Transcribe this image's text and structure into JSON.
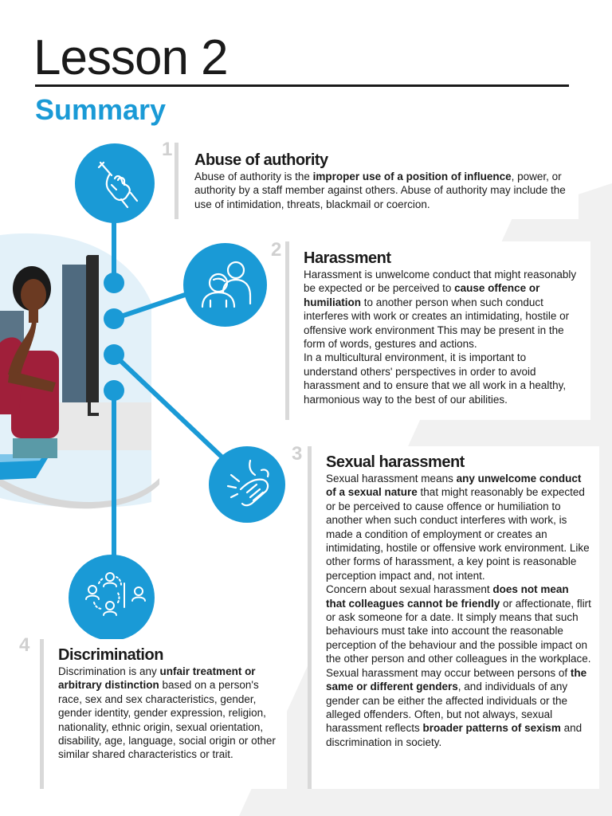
{
  "header": {
    "title": "Lesson 2",
    "subtitle": "Summary"
  },
  "colors": {
    "accent": "#1a9ad6",
    "text": "#1a1a1a",
    "number": "#d0d0d0",
    "panel": "#f1f1f1"
  },
  "icons": [
    "pointing-hand-icon",
    "people-group-icon",
    "helping-hand-icon",
    "network-people-icon"
  ],
  "sections": [
    {
      "number": "1",
      "heading": "Abuse of authority",
      "body": [
        {
          "t": "Abuse of authority is the "
        },
        {
          "t": "improper use of a position of influence",
          "b": true
        },
        {
          "t": ", power, or authority by a staff member against others. Abuse of authority may include the use of intimidation, threats, blackmail or coercion."
        }
      ]
    },
    {
      "number": "2",
      "heading": "Harassment",
      "body": [
        {
          "t": "Harassment is unwelcome conduct that might reasonably be expected or be perceived to "
        },
        {
          "t": "cause offence or humiliation",
          "b": true
        },
        {
          "t": " to another person when such conduct interferes with work or creates an intimidating, hostile or offensive work environment This may be present in the form of words, gestures and actions."
        },
        {
          "br": true
        },
        {
          "t": "In a multicultural environment, it is important to understand others' perspectives in order to avoid harassment and to ensure that we all work in a healthy, harmonious way to the best of our abilities."
        }
      ]
    },
    {
      "number": "3",
      "heading": "Sexual harassment",
      "body": [
        {
          "t": "Sexual harassment means "
        },
        {
          "t": "any unwelcome conduct of a sexual nature",
          "b": true
        },
        {
          "t": " that might reasonably be expected or be perceived to cause offence or humiliation to another when such conduct interferes with work, is made a condition of employment or creates an intimidating, hostile or offensive work environment. Like other forms of harassment, a key point is reasonable perception impact and, not intent."
        },
        {
          "br": true
        },
        {
          "t": "Concern about sexual harassment "
        },
        {
          "t": "does not mean that colleagues cannot be friendly",
          "b": true
        },
        {
          "t": " or affectionate, flirt or ask someone for a date. It simply means that such behaviours must take into account the reasonable perception of the behaviour and the possible impact on the other person and other colleagues in the workplace."
        },
        {
          "br": true
        },
        {
          "t": "Sexual harassment may occur between persons of "
        },
        {
          "t": "the same or different genders",
          "b": true
        },
        {
          "t": ", and individuals of any gender can be either the affected individuals or the alleged offenders. Often, but not always, sexual harassment reflects "
        },
        {
          "t": "broader patterns of sexism",
          "b": true
        },
        {
          "t": " and discrimination in society."
        }
      ]
    },
    {
      "number": "4",
      "heading": "Discrimination",
      "body": [
        {
          "t": "Discrimination is any "
        },
        {
          "t": "unfair treatment or arbitrary distinction",
          "b": true
        },
        {
          "t": " based on a person's race, sex and sex characteristics, gender, gender identity, gender expression, religion, nationality, ethnic origin, sexual orientation, disability, age, language, social origin or other similar shared characteristics or trait."
        }
      ]
    }
  ]
}
